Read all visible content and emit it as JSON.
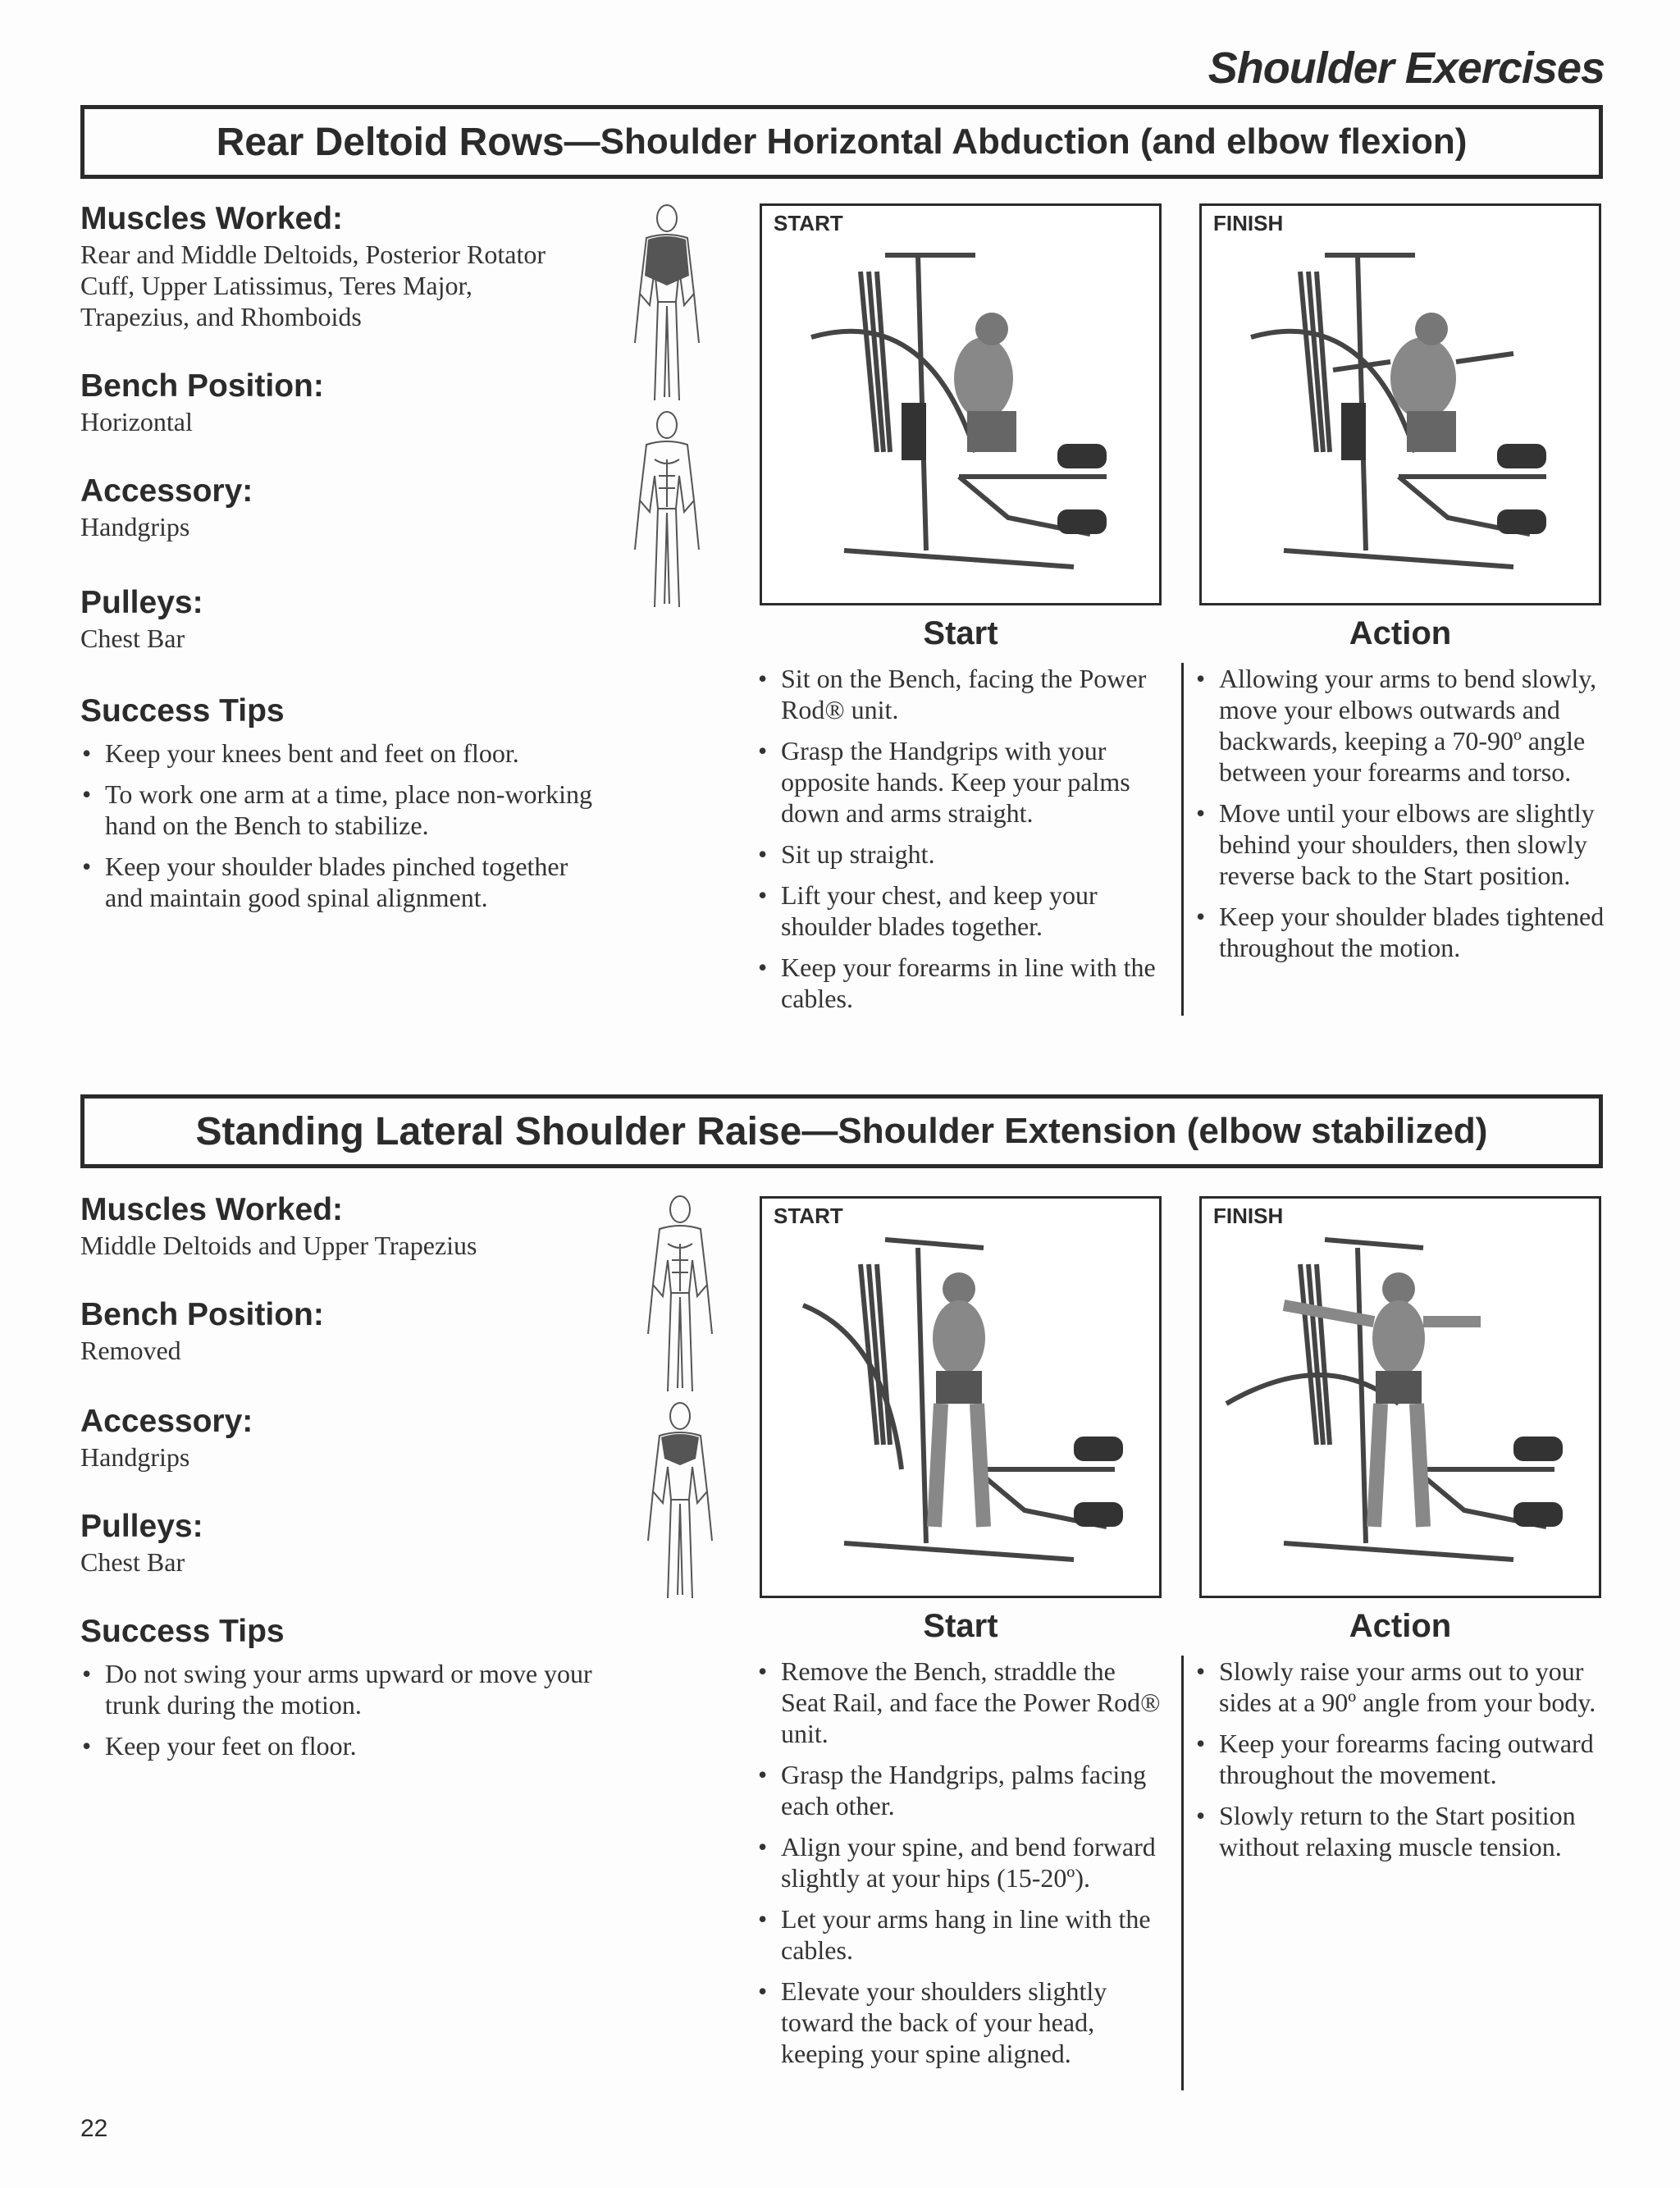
{
  "page": {
    "title": "Shoulder Exercises",
    "number": "22"
  },
  "labels": {
    "muscles": "Muscles Worked:",
    "bench": "Bench Position:",
    "accessory": "Accessory:",
    "pulleys": "Pulleys:",
    "tips": "Success Tips",
    "start_tag": "START",
    "finish_tag": "FINISH",
    "start_col": "Start",
    "action_col": "Action"
  },
  "exercises": [
    {
      "name": "Rear Deltoid Rows",
      "subtitle": "—Shoulder Horizontal Abduction (and elbow flexion)",
      "muscles": "Rear and Middle Deltoids, Posterior Rotator Cuff, Upper Latissimus, Teres Major, Trapezius, and Rhomboids",
      "bench": "Horizontal",
      "accessory": "Handgrips",
      "pulleys": "Chest Bar",
      "tips": [
        "Keep your knees bent and feet on floor.",
        "To work one arm at a time, place non-working hand on the Bench to stabilize.",
        "Keep your shoulder blades pinched together and maintain good spinal alignment."
      ],
      "start": [
        "Sit on the Bench, facing the Power Rod® unit.",
        "Grasp the Handgrips with your opposite hands. Keep your palms down and arms straight.",
        "Sit up straight.",
        "Lift your chest, and keep your shoulder blades together.",
        "Keep your forearms in line with the cables."
      ],
      "action": [
        "Allowing your arms to bend slowly, move your elbows outwards and backwards, keeping a 70-90º angle between your forearms and torso.",
        "Move until your elbows are slightly behind your shoulders, then slowly reverse back to the Start position.",
        "Keep your shoulder blades tightened throughout the motion."
      ]
    },
    {
      "name": "Standing Lateral Shoulder Raise",
      "subtitle": "—Shoulder Extension (elbow stabilized)",
      "muscles": "Middle Deltoids and Upper Trapezius",
      "bench": "Removed",
      "accessory": "Handgrips",
      "pulleys": "Chest Bar",
      "tips": [
        "Do not swing your arms upward or move your trunk during the motion.",
        "Keep your feet on floor."
      ],
      "start": [
        "Remove the Bench, straddle the Seat Rail, and face the Power Rod® unit.",
        "Grasp the Handgrips, palms facing each other.",
        "Align your spine, and bend forward slightly at your hips (15-20º).",
        "Let your arms hang in line with the cables.",
        "Elevate your shoulders slightly toward the back of your head, keeping your spine aligned."
      ],
      "action": [
        "Slowly raise your arms out to your sides at a 90º angle from your body.",
        "Keep your forearms facing outward throughout the movement.",
        "Slowly return to the Start position without relaxing muscle tension."
      ]
    }
  ]
}
